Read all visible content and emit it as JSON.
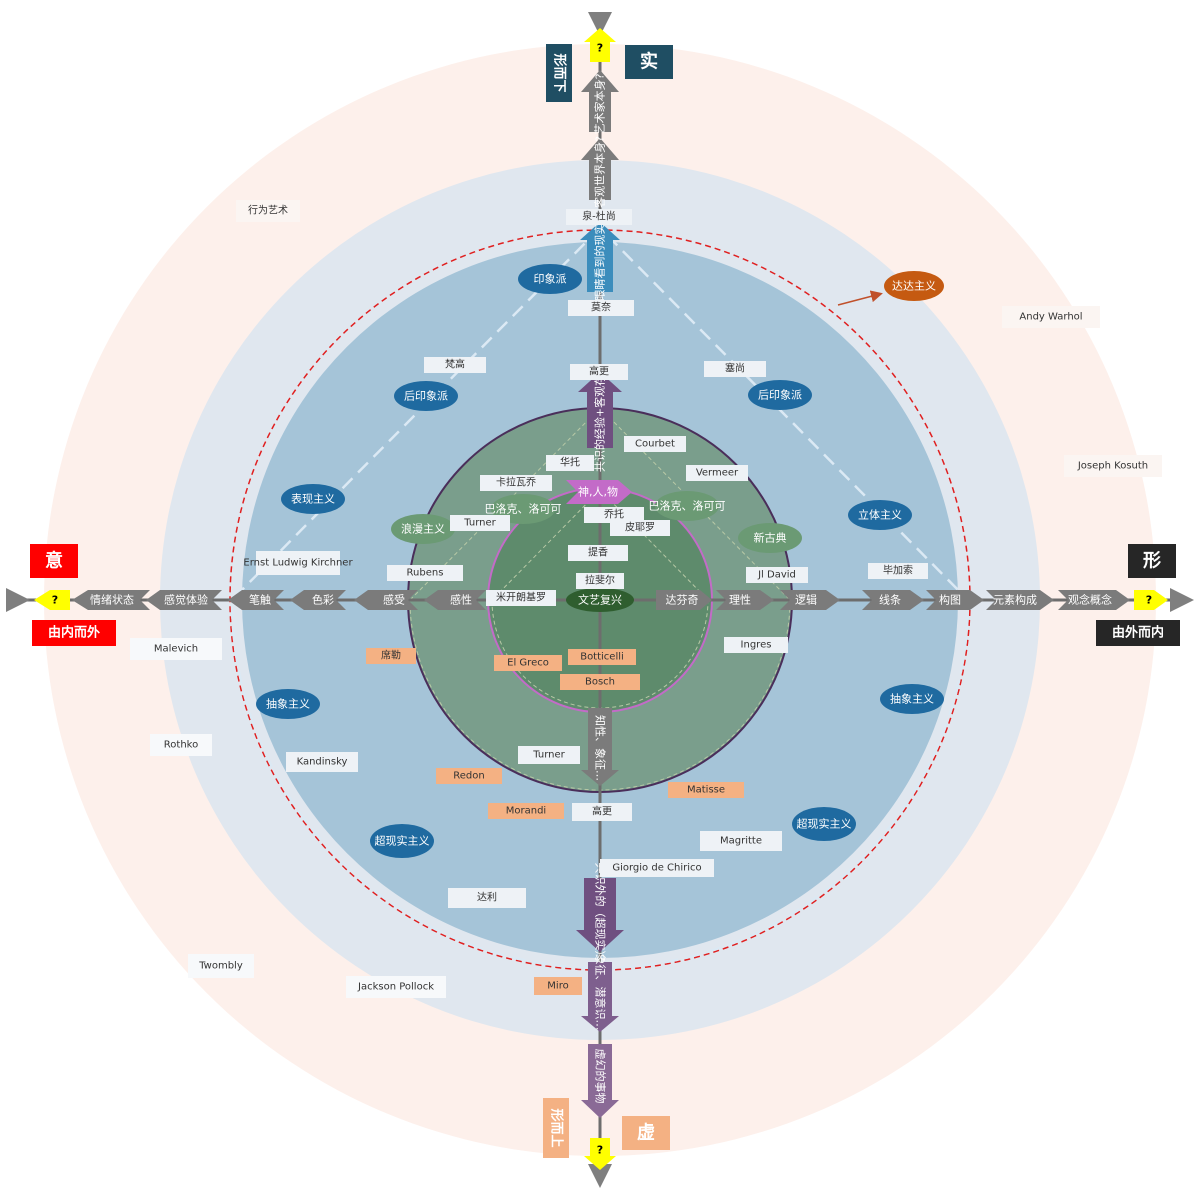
{
  "corners": {
    "shi": "实",
    "xu": "虚",
    "yi": "意",
    "xing": "形",
    "xing_er_xia": "形而下",
    "xing_er_shang": "形而上",
    "you_nei_er_wai": "由内而外",
    "you_wai_er_nei": "由外而内",
    "question": "?"
  },
  "top_arrows": [
    "艺术家本身?",
    "客观世界本身?",
    "眼睛看到的现实",
    "共识的经验+客观存在"
  ],
  "bottom_arrows": [
    "知性、象征…",
    "共识外的（超现实）",
    "象征、潜意识…",
    "虚幻的事物"
  ],
  "center_pink": "神,人,物",
  "center_core": "文艺复兴",
  "left_axis": [
    "情绪状态",
    "感觉体验",
    "笔触",
    "色彩",
    "感受",
    "感性"
  ],
  "right_axis": [
    "达芬奇",
    "理性",
    "逻辑",
    "线条",
    "构图",
    "元素构成",
    "观念概念"
  ],
  "movements": {
    "impressionism": "印象派",
    "post_impressionism_left": "后印象派",
    "post_impressionism_right": "后印象派",
    "expressionism": "表现主义",
    "cubism": "立体主义",
    "abstract_left": "抽象主义",
    "abstract_right": "抽象主义",
    "surrealism_left": "超现实主义",
    "surrealism_right": "超现实主义",
    "romanticism": "浪漫主义",
    "neoclassicism": "新古典",
    "baroque_left": "巴洛克、洛可可",
    "baroque_right": "巴洛克、洛可可",
    "dada": "达达主义"
  },
  "names": {
    "duchamp": "泉-杜尚",
    "monet": "莫奈",
    "van_gogh": "梵高",
    "cezanne": "塞尚",
    "gauguin_top": "高更",
    "courbet": "Courbet",
    "watteau": "华托",
    "caravaggio": "卡拉瓦乔",
    "vermeer": "Vermeer",
    "turner_top": "Turner",
    "giotto": "乔托",
    "piero": "皮耶罗",
    "titian": "提香",
    "raphael": "拉斐尔",
    "michelangelo": "米开朗基罗",
    "kirchner": "Ernst Ludwig Kirchner",
    "rubens": "Rubens",
    "jl_david": "Jl David",
    "picasso": "毕加索",
    "ingres": "Ingres",
    "malevich": "Malevich",
    "rothko": "Rothko",
    "kandinsky": "Kandinsky",
    "turner_bottom": "Turner",
    "gauguin_bottom": "高更",
    "magritte": "Magritte",
    "chirico": "Giorgio de Chirico",
    "dali": "达利",
    "twombly": "Twombly",
    "pollock": "Jackson Pollock",
    "performance_art": "行为艺术",
    "warhol": "Andy Warhol",
    "kosuth": "Joseph Kosuth"
  },
  "orange_names": {
    "schiele": "席勒",
    "el_greco": "El Greco",
    "botticelli": "Botticelli",
    "bosch": "Bosch",
    "redon": "Redon",
    "morandi": "Morandi",
    "matisse": "Matisse",
    "miro": "Miro"
  },
  "colors": {
    "outer_ring": "#fdf0eb",
    "second_ring": "#e0e7ef",
    "third_ring": "#a5c4d8",
    "inner_green": "#7a9e8c",
    "core_green": "#5e8b6c",
    "oval_blue": "#1f6aa0",
    "oval_green": "#6b9a74",
    "gray_arrow": "#7b7b7b",
    "purple_arrow": "#6f4f80",
    "red": "#ff0000",
    "dark": "#262626",
    "salmon": "#f4b183",
    "yellow": "#ffff00"
  }
}
